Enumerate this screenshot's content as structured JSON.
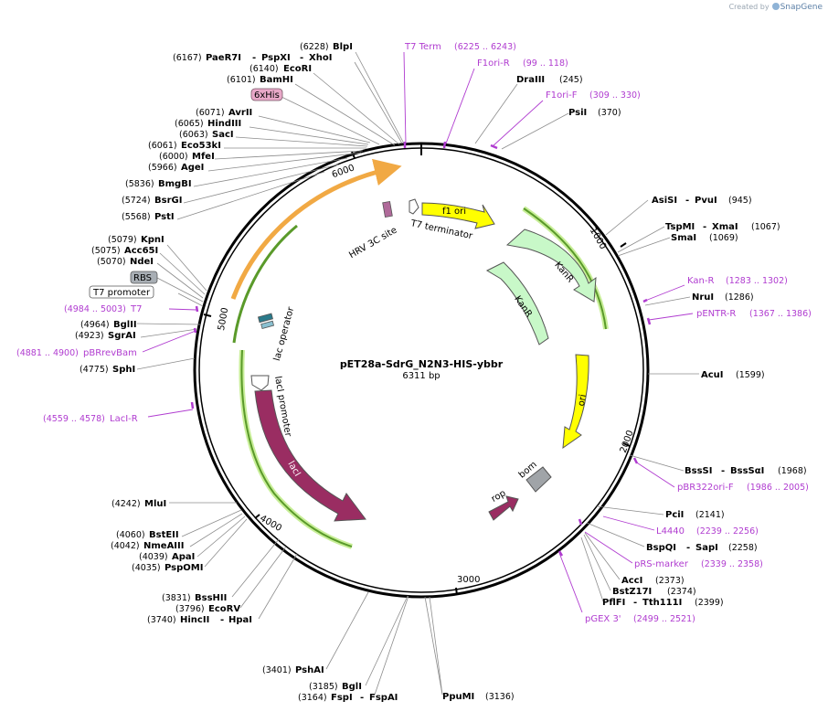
{
  "brand": {
    "created_by": "Created by",
    "name": "SnapGene"
  },
  "plasmid": {
    "name": "pET28a-SdrG_N2N3-HIS-ybbr",
    "size_label": "6311 bp",
    "length": 6311
  },
  "ticks": [
    "1000",
    "2000",
    "3000",
    "4000",
    "5000",
    "6000"
  ],
  "colors": {
    "primer": "#b03cd0",
    "leader": "#8c8c8c",
    "backbone": "#000000",
    "f1_ori": "#ffff00",
    "ori": "#ffff00",
    "kanr": "#c8f8c8",
    "laci": "#9a2d62",
    "rop": "#9a2d62",
    "bom": "#a0a4a8",
    "primer_arrow": "#d0f0a0",
    "orange": "#f0c060"
  },
  "labels_left": [
    {
      "pos": "(6228)",
      "name": "BlpI"
    },
    {
      "pos": "(6167)",
      "name": "PaeR7I",
      "name2": "PspXI",
      "name3": "XhoI"
    },
    {
      "pos": "(6140)",
      "name": "EcoRI"
    },
    {
      "pos": "(6101)",
      "name": "BamHI"
    },
    {
      "feature": "6xHis"
    },
    {
      "pos": "(6071)",
      "name": "AvrII"
    },
    {
      "pos": "(6065)",
      "name": "HindIII"
    },
    {
      "pos": "(6063)",
      "name": "SacI"
    },
    {
      "pos": "(6061)",
      "name": "Eco53kI"
    },
    {
      "pos": "(6000)",
      "name": "MfeI"
    },
    {
      "pos": "(5966)",
      "name": "AgeI"
    },
    {
      "pos": "(5836)",
      "name": "BmgBI"
    },
    {
      "pos": "(5724)",
      "name": "BsrGI"
    },
    {
      "pos": "(5568)",
      "name": "PstI"
    },
    {
      "pos": "(5079)",
      "name": "KpnI"
    },
    {
      "pos": "(5075)",
      "name": "Acc65I"
    },
    {
      "pos": "(5070)",
      "name": "NdeI"
    },
    {
      "feature": "RBS"
    },
    {
      "feature": "T7 promoter"
    },
    {
      "primer_pos": "(4984 .. 5003)",
      "primer": "T7"
    },
    {
      "pos": "(4964)",
      "name": "BglII"
    },
    {
      "pos": "(4923)",
      "name": "SgrAI"
    },
    {
      "primer_pos": "(4881 .. 4900)",
      "primer": "pBRrevBam"
    },
    {
      "pos": "(4775)",
      "name": "SphI"
    },
    {
      "primer_pos": "(4559 .. 4578)",
      "primer": "LacI-R"
    },
    {
      "pos": "(4242)",
      "name": "MluI"
    },
    {
      "pos": "(4060)",
      "name": "BstEII"
    },
    {
      "pos": "(4042)",
      "name": "NmeAIII"
    },
    {
      "pos": "(4039)",
      "name": "ApaI"
    },
    {
      "pos": "(4035)",
      "name": "PspOMI"
    },
    {
      "pos": "(3831)",
      "name": "BssHII"
    },
    {
      "pos": "(3796)",
      "name": "EcoRV"
    },
    {
      "pos": "(3740)",
      "name": "HincII",
      "name2": "HpaI"
    },
    {
      "pos": "(3401)",
      "name": "PshAI"
    },
    {
      "pos": "(3185)",
      "name": "BglI"
    },
    {
      "pos": "(3164)",
      "name": "FspI",
      "name2": "FspAI"
    }
  ],
  "labels_right": [
    {
      "primer": "T7 Term",
      "primer_pos": "(6225 .. 6243)"
    },
    {
      "primer": "F1ori-R",
      "primer_pos": "(99 .. 118)"
    },
    {
      "name": "DraIII",
      "pos": "(245)"
    },
    {
      "primer": "F1ori-F",
      "primer_pos": "(309 .. 330)"
    },
    {
      "name": "PsiI",
      "pos": "(370)"
    },
    {
      "name": "AsiSI",
      "name2": "PvuI",
      "pos": "(945)"
    },
    {
      "name": "TspMI",
      "name2": "XmaI",
      "pos": "(1067)"
    },
    {
      "name": "SmaI",
      "pos": "(1069)"
    },
    {
      "primer": "Kan-R",
      "primer_pos": "(1283 .. 1302)"
    },
    {
      "name": "NruI",
      "pos": "(1286)"
    },
    {
      "primer": "pENTR-R",
      "primer_pos": "(1367 .. 1386)"
    },
    {
      "name": "AcuI",
      "pos": "(1599)"
    },
    {
      "name": "BssSI",
      "name2": "BssSαI",
      "pos": "(1968)"
    },
    {
      "primer": "pBR322ori-F",
      "primer_pos": "(1986 .. 2005)"
    },
    {
      "name": "PciI",
      "pos": "(2141)"
    },
    {
      "primer": "L4440",
      "primer_pos": "(2239 .. 2256)"
    },
    {
      "name": "BspQI",
      "name2": "SapI",
      "pos": "(2258)"
    },
    {
      "primer": "pRS-marker",
      "primer_pos": "(2339 .. 2358)"
    },
    {
      "name": "AccI",
      "pos": "(2373)"
    },
    {
      "name": "BstZ17I",
      "pos": "(2374)"
    },
    {
      "name": "PflFI",
      "name2": "Tth111I",
      "pos": "(2399)"
    },
    {
      "primer": "pGEX 3'",
      "primer_pos": "(2499 .. 2521)"
    },
    {
      "name": "PpuMI",
      "pos": "(3136)"
    }
  ],
  "features": {
    "f1_ori": "f1 ori",
    "kanr_outer": "KanR",
    "kanr_inner": "KanR",
    "ori": "ori",
    "laci": "lacI",
    "laci_promoter": "lacI promoter",
    "lac_operator": "lac operator",
    "rop": "rop",
    "bom": "bom",
    "hrv": "HRV 3C site",
    "t7_terminator": "T7 terminator"
  }
}
